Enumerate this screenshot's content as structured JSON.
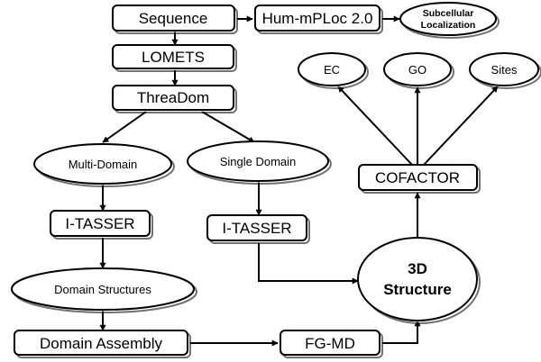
{
  "nodes": {
    "sequence": "Sequence",
    "hum_mploc": "Hum-mPLoc 2.0",
    "subcellular_line1": "Subcellular",
    "subcellular_line2": "Localization",
    "lomets": "LOMETS",
    "threadom": "ThreaDom",
    "multi_domain": "Multi-Domain",
    "single_domain": "Single Domain",
    "itasser_multi": "I-TASSER",
    "itasser_single": "I-TASSER",
    "domain_structures": "Domain Structures",
    "domain_assembly": "Domain Assembly",
    "fg_md": "FG-MD",
    "structure_line1": "3D",
    "structure_line2": "Structure",
    "cofactor": "COFACTOR",
    "ec": "EC",
    "go": "GO",
    "sites": "Sites"
  },
  "colors": {
    "stroke": "#000000",
    "fill": "#ffffff",
    "shadow": "#9a9a9a"
  }
}
